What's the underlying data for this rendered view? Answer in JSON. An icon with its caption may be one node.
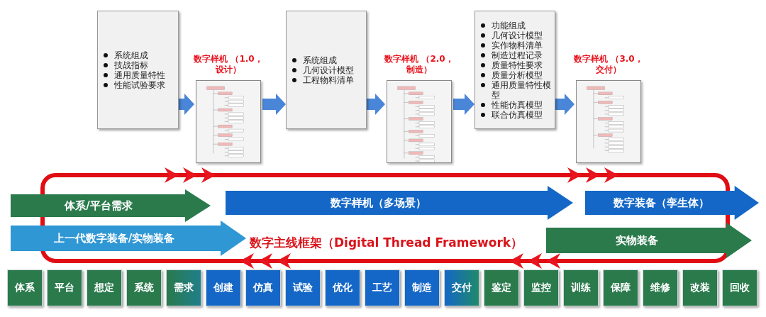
{
  "diagram": {
    "nodes": [
      {
        "text": [
          "系统组成",
          "技战指标",
          "通用质量特性",
          "性能试验要求"
        ]
      },
      {
        "text": [
          "数字样机 （1.0，设计）"
        ]
      },
      {
        "text": [
          "系统组成",
          "几何设计模型",
          "工程物料清单"
        ]
      },
      {
        "text": [
          "数字样机 （2.0，制造）"
        ]
      },
      {
        "text": [
          "功能组成",
          "几何设计模型",
          "实作物料清单",
          "制造过程记录",
          "质量特性要求",
          "质量分析模型",
          "通用质量特性模型",
          "性能仿真模型",
          "联合仿真模型"
        ]
      },
      {
        "text": [
          "数字样机 （3.0，交付）"
        ]
      },
      {
        "text": [
          "体系/平台需求"
        ]
      },
      {
        "text": [
          "上一代数字装备/实物装备"
        ]
      },
      {
        "text": [
          "数字样机（多场景）"
        ]
      },
      {
        "text": [
          "数字装备（孪生体）"
        ]
      },
      {
        "text": [
          "实物装备"
        ]
      },
      {
        "text": [
          "体系"
        ]
      },
      {
        "text": [
          "平台"
        ]
      },
      {
        "text": [
          "想定"
        ]
      },
      {
        "text": [
          "系统"
        ]
      },
      {
        "text": [
          "需求"
        ]
      },
      {
        "text": [
          "创建"
        ]
      },
      {
        "text": [
          "仿真"
        ]
      },
      {
        "text": [
          "试验"
        ]
      },
      {
        "text": [
          "优化"
        ]
      },
      {
        "text": [
          "工艺"
        ]
      },
      {
        "text": [
          "制造"
        ]
      },
      {
        "text": [
          "交付"
        ]
      },
      {
        "text": [
          "鉴定"
        ]
      },
      {
        "text": [
          "监控"
        ]
      },
      {
        "text": [
          "训练"
        ]
      },
      {
        "text": [
          "保障"
        ]
      },
      {
        "text": [
          "维修"
        ]
      },
      {
        "text": [
          "改装"
        ]
      },
      {
        "text": [
          "回收"
        ]
      }
    ],
    "edges": [
      {
        "from": 0,
        "to": 1,
        "arrow": "to"
      },
      {
        "from": 1,
        "to": 2,
        "arrow": "to"
      },
      {
        "from": 2,
        "to": 3,
        "arrow": "to"
      },
      {
        "from": 3,
        "to": 4,
        "arrow": "to"
      },
      {
        "from": 4,
        "to": 5,
        "arrow": "to"
      }
    ],
    "labels": [
      "数字主线框架（Digital Thread Framework）"
    ]
  }
}
